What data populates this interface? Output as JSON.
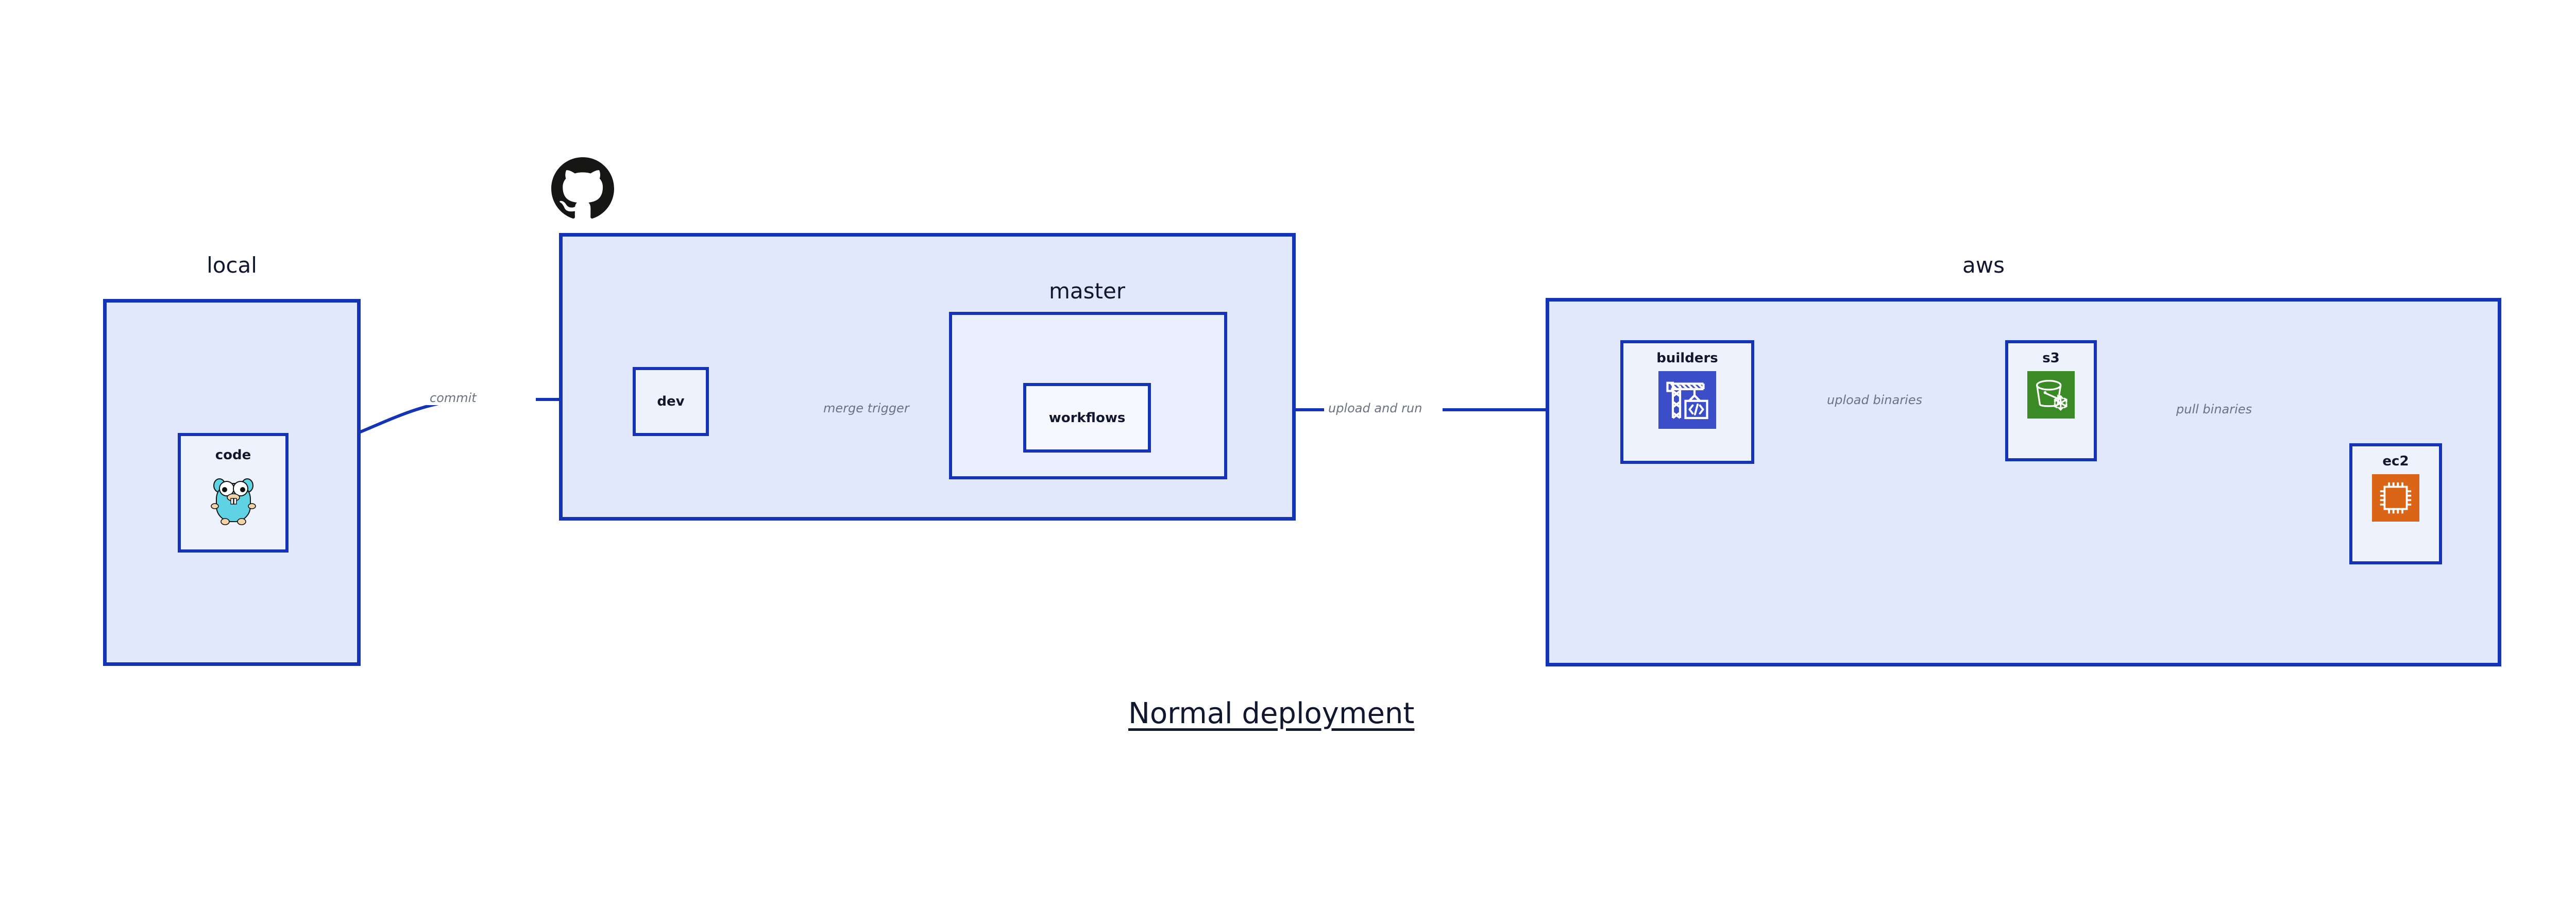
{
  "diagram": {
    "title": "Normal deployment",
    "colors": {
      "border": "#1433b5",
      "group_fill": "#e2e8fb",
      "sub_fill": "#e9eefc",
      "node_fill": "#eef2fd",
      "label_text": "#6b7280",
      "title_text": "#10172e",
      "builders_icon_bg": "#3b4ec8",
      "s3_icon_bg": "#3a8a26",
      "ec2_icon_bg": "#db6516",
      "gopher_body": "#5fd3e3",
      "github_logo": "#161614"
    }
  },
  "groups": {
    "local": {
      "label": "local"
    },
    "github": {
      "label": "github"
    },
    "master": {
      "label": "master"
    },
    "aws": {
      "label": "aws"
    }
  },
  "nodes": {
    "code": {
      "label": "code",
      "icon": "go-gopher-icon"
    },
    "dev": {
      "label": "dev",
      "icon": ""
    },
    "workflows": {
      "label": "workflows",
      "icon": ""
    },
    "builders": {
      "label": "builders",
      "icon": "aws-codebuild-crane-icon"
    },
    "s3": {
      "label": "s3",
      "icon": "aws-s3-bucket-icon"
    },
    "ec2": {
      "label": "ec2",
      "icon": "aws-ec2-chip-icon"
    }
  },
  "edges": [
    {
      "id": "commit",
      "label": "commit",
      "from": "code",
      "to": "dev"
    },
    {
      "id": "merge-trigger",
      "label": "merge trigger",
      "from": "dev",
      "to": "workflows"
    },
    {
      "id": "upload-and-run",
      "label": "upload and run",
      "from": "workflows",
      "to": "builders"
    },
    {
      "id": "upload-binaries",
      "label": "upload binaries",
      "from": "builders",
      "to": "s3"
    },
    {
      "id": "pull-binaries",
      "label": "pull binaries",
      "from": "s3",
      "to": "ec2"
    }
  ],
  "icons": {
    "github_mark": "github-octocat-icon"
  }
}
